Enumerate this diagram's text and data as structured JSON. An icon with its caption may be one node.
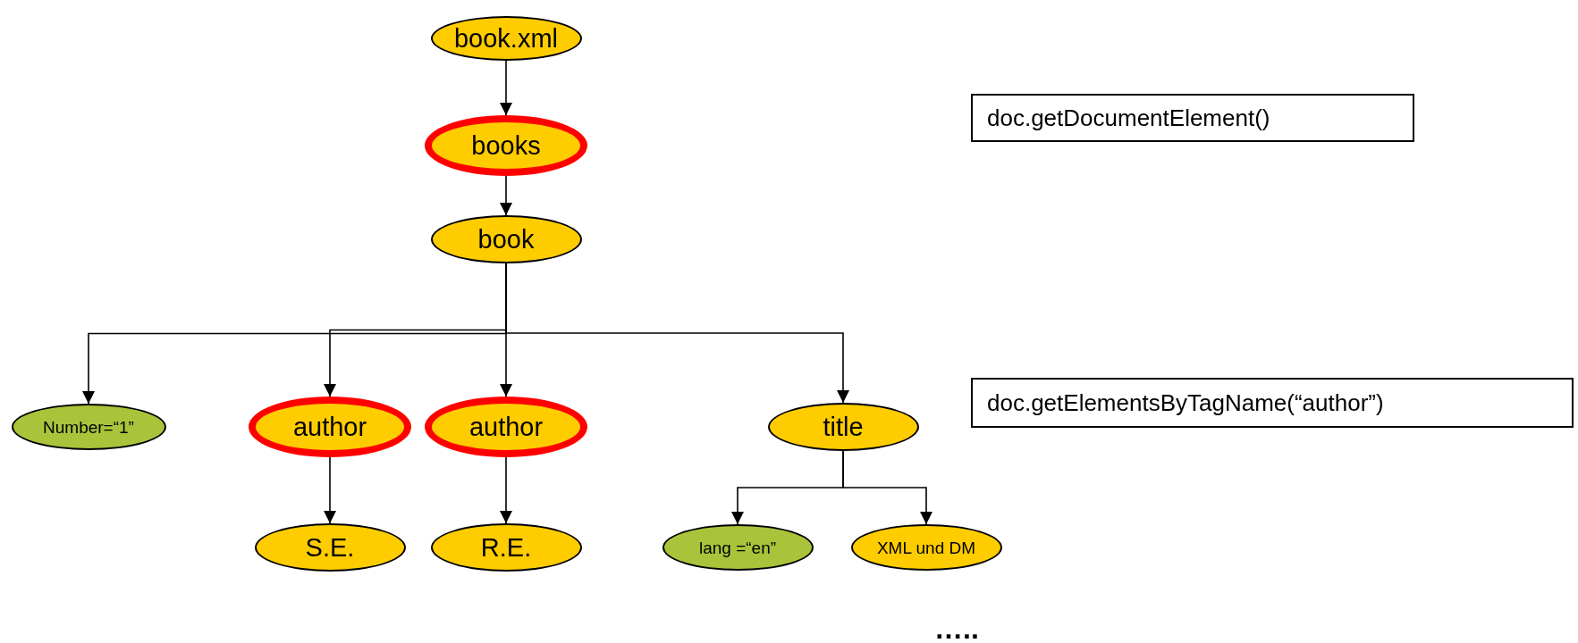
{
  "diagram": {
    "nodes": [
      {
        "text": [
          "book.xml"
        ]
      },
      {
        "text": [
          "books"
        ]
      },
      {
        "text": [
          "book"
        ]
      },
      {
        "text": [
          "Number=“1”"
        ]
      },
      {
        "text": [
          "author"
        ]
      },
      {
        "text": [
          "author"
        ]
      },
      {
        "text": [
          "title"
        ]
      },
      {
        "text": [
          "S.E."
        ]
      },
      {
        "text": [
          "R.E."
        ]
      },
      {
        "text": [
          "lang =“en”"
        ]
      },
      {
        "text": [
          "XML und DM"
        ]
      },
      {
        "text": [
          "doc.getDocumentElement()"
        ]
      },
      {
        "text": [
          "doc.getElementsByTagName(“author”)"
        ]
      }
    ],
    "edges": [
      {
        "from": 0,
        "to": 1,
        "arrow": "to"
      },
      {
        "from": 1,
        "to": 2,
        "arrow": "to"
      },
      {
        "from": 2,
        "to": 3,
        "arrow": "to"
      },
      {
        "from": 2,
        "to": 4,
        "arrow": "to"
      },
      {
        "from": 2,
        "to": 5,
        "arrow": "to"
      },
      {
        "from": 2,
        "to": 6,
        "arrow": "to"
      },
      {
        "from": 4,
        "to": 7,
        "arrow": "to"
      },
      {
        "from": 5,
        "to": 8,
        "arrow": "to"
      },
      {
        "from": 6,
        "to": 9,
        "arrow": "to"
      },
      {
        "from": 6,
        "to": 10,
        "arrow": "to"
      }
    ],
    "labels": [
      "….."
    ]
  }
}
